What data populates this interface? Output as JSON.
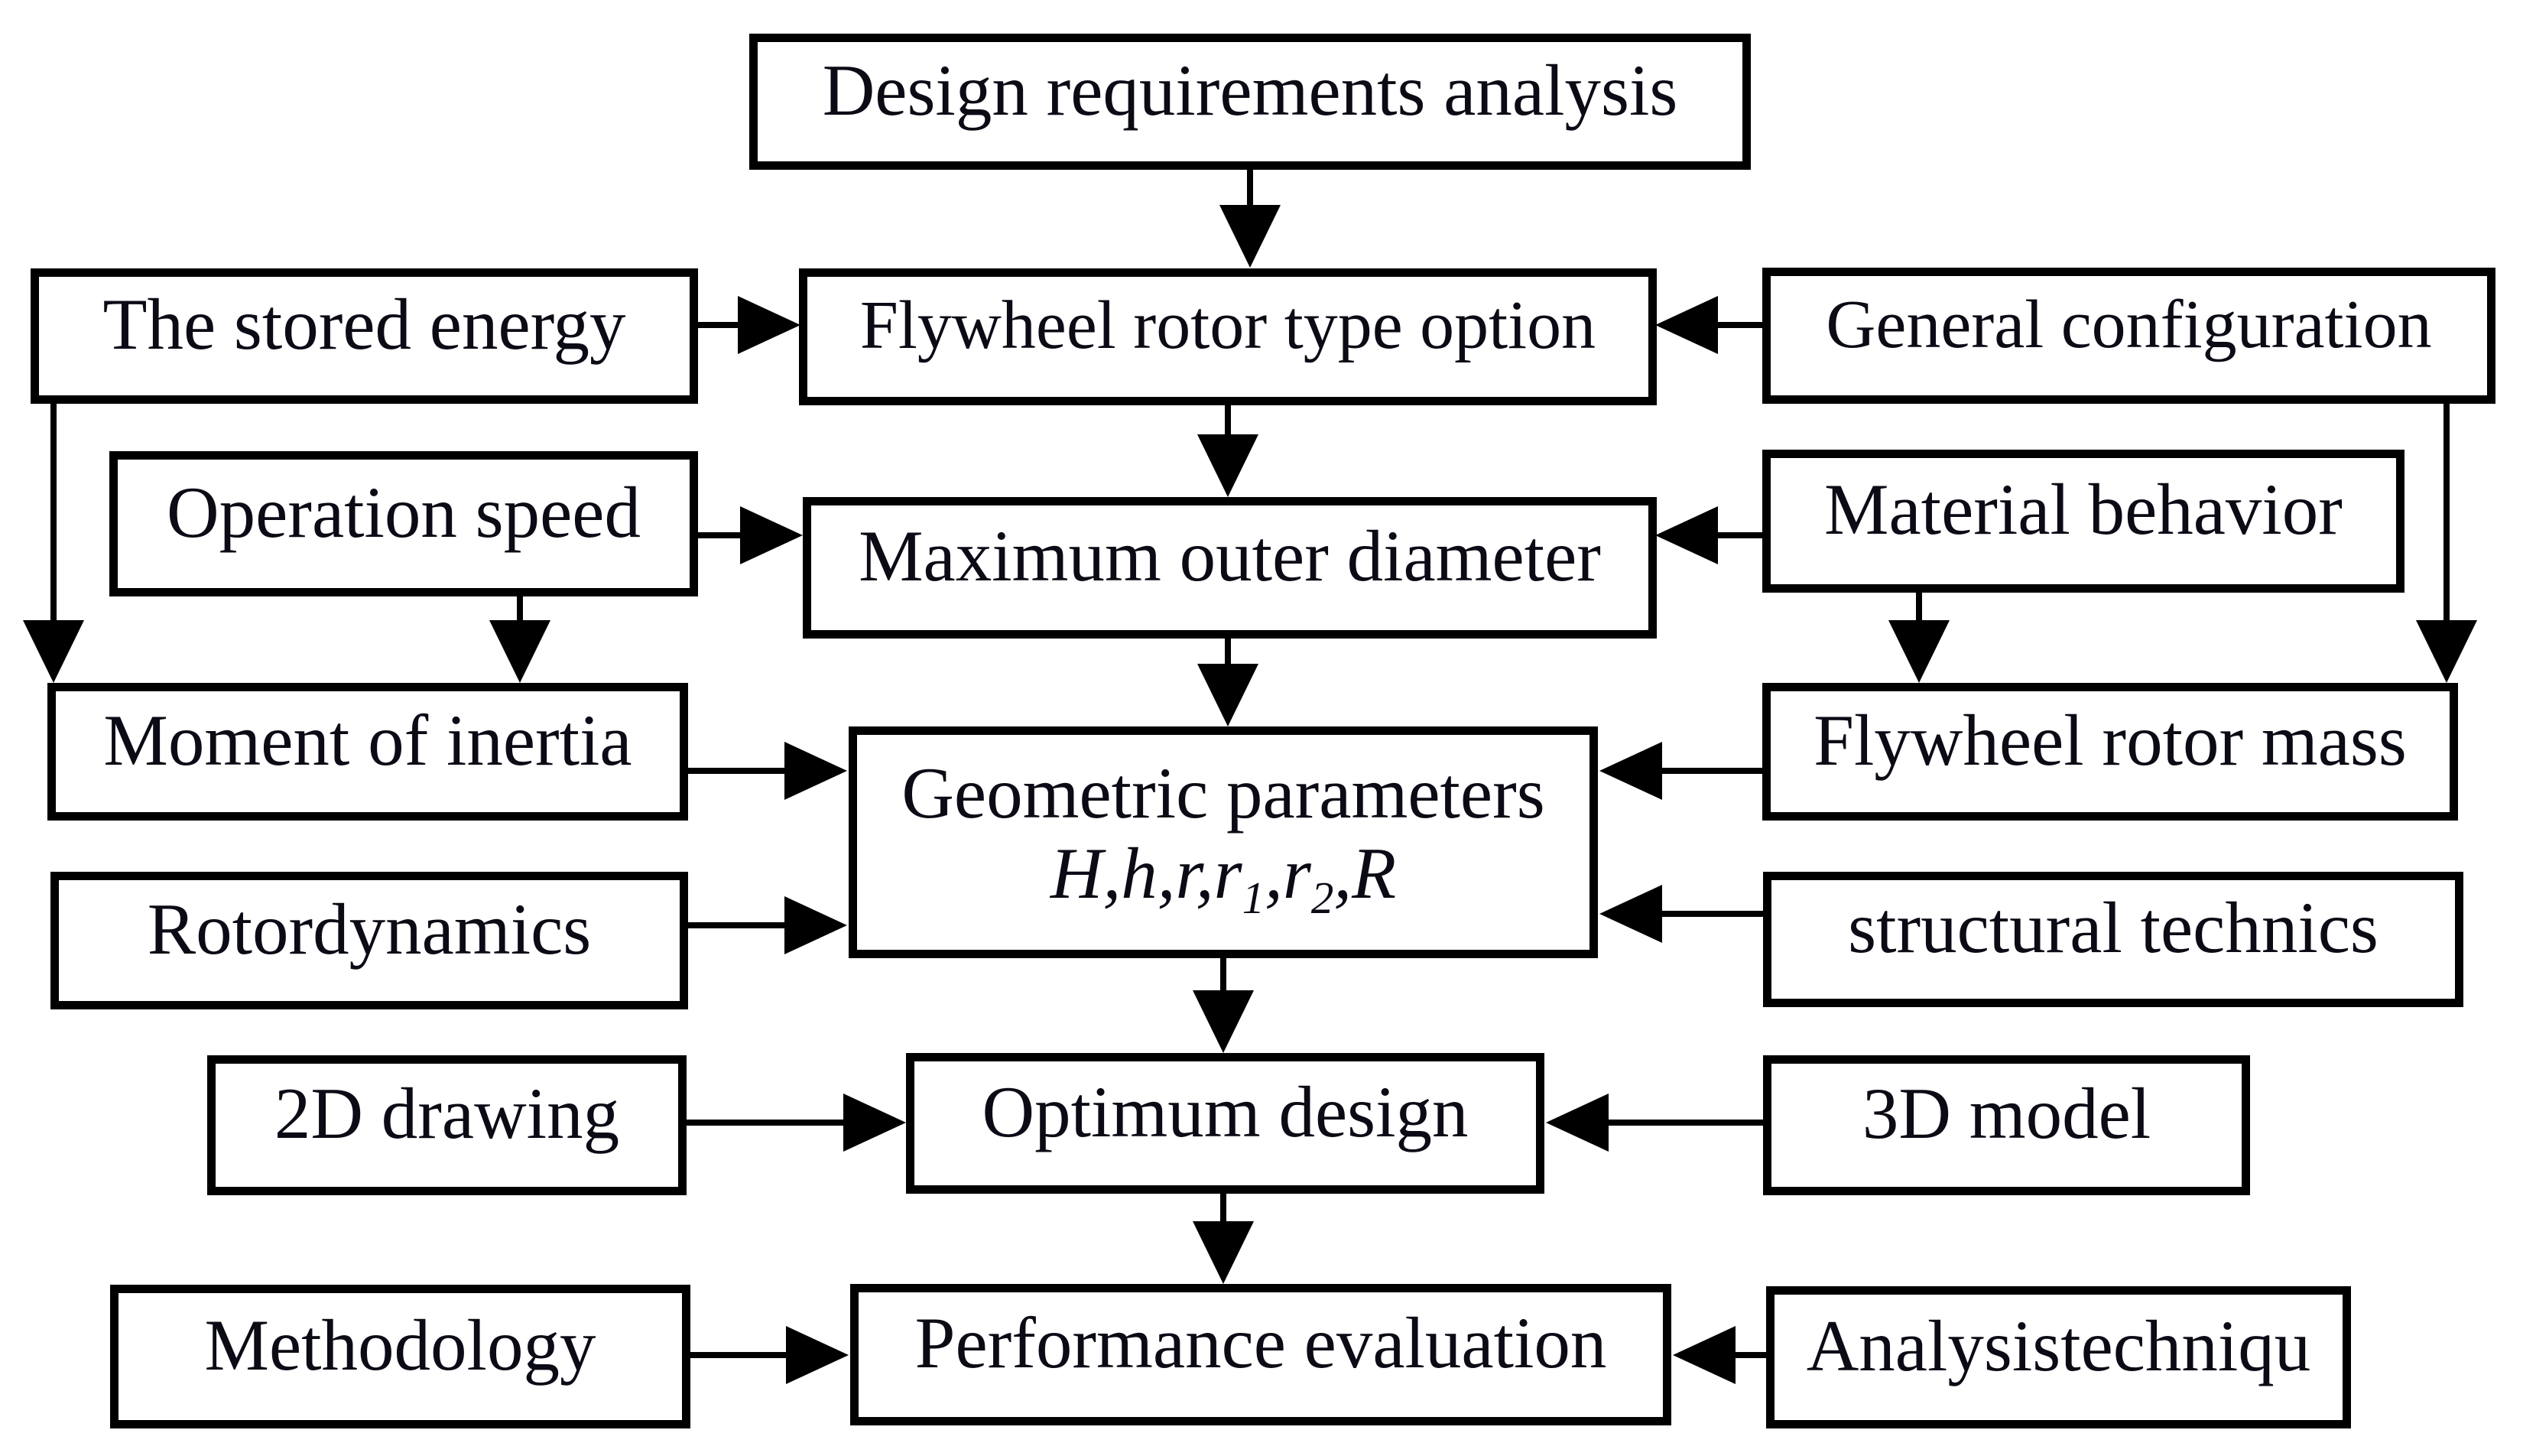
{
  "figure": {
    "background_color": "#ffffff",
    "line_color": "#000000",
    "text_color": "#0b0b16"
  },
  "boxes": {
    "design_requirements": {
      "label": "Design requirements analysis"
    },
    "stored_energy": {
      "label": "The stored energy"
    },
    "rotor_type": {
      "label": "Flywheel rotor type option"
    },
    "general_config": {
      "label": "General configuration"
    },
    "operation_speed": {
      "label": "Operation speed"
    },
    "max_outer_diameter": {
      "label": "Maximum outer diameter"
    },
    "material_behavior": {
      "label": "Material behavior"
    },
    "moment_inertia": {
      "label": "Moment of inertia"
    },
    "geometric_params": {
      "label": "Geometric parameters",
      "formula": {
        "p1": "H,h,r,r",
        "s1": "1",
        "p2": ",r",
        "s2": "2",
        "p3": ",R"
      }
    },
    "flywheel_mass": {
      "label": "Flywheel rotor mass"
    },
    "rotordynamics": {
      "label": "Rotordynamics"
    },
    "structural_technics": {
      "label": "structural technics"
    },
    "drawing_2d": {
      "label": "2D drawing"
    },
    "optimum_design": {
      "label": "Optimum design"
    },
    "model_3d": {
      "label": "3D model"
    },
    "methodology": {
      "label": "Methodology"
    },
    "performance_eval": {
      "label": "Performance evaluation"
    },
    "analysis_technique": {
      "label": "Analysistechniqu"
    }
  },
  "connections": [
    {
      "from": "design_requirements",
      "to": "rotor_type",
      "direction": "down"
    },
    {
      "from": "stored_energy",
      "to": "rotor_type",
      "direction": "right"
    },
    {
      "from": "general_config",
      "to": "rotor_type",
      "direction": "left"
    },
    {
      "from": "rotor_type",
      "to": "max_outer_diameter",
      "direction": "down"
    },
    {
      "from": "operation_speed",
      "to": "max_outer_diameter",
      "direction": "right"
    },
    {
      "from": "material_behavior",
      "to": "max_outer_diameter",
      "direction": "left"
    },
    {
      "from": "stored_energy",
      "to": "moment_inertia",
      "direction": "down"
    },
    {
      "from": "operation_speed",
      "to": "moment_inertia",
      "direction": "down"
    },
    {
      "from": "general_config",
      "to": "flywheel_mass",
      "direction": "down"
    },
    {
      "from": "material_behavior",
      "to": "flywheel_mass",
      "direction": "down"
    },
    {
      "from": "max_outer_diameter",
      "to": "geometric_params",
      "direction": "down"
    },
    {
      "from": "moment_inertia",
      "to": "geometric_params",
      "direction": "right"
    },
    {
      "from": "rotordynamics",
      "to": "geometric_params",
      "direction": "right"
    },
    {
      "from": "flywheel_mass",
      "to": "geometric_params",
      "direction": "left"
    },
    {
      "from": "structural_technics",
      "to": "geometric_params",
      "direction": "left"
    },
    {
      "from": "geometric_params",
      "to": "optimum_design",
      "direction": "down"
    },
    {
      "from": "drawing_2d",
      "to": "optimum_design",
      "direction": "right"
    },
    {
      "from": "model_3d",
      "to": "optimum_design",
      "direction": "left"
    },
    {
      "from": "optimum_design",
      "to": "performance_eval",
      "direction": "down"
    },
    {
      "from": "methodology",
      "to": "performance_eval",
      "direction": "right"
    },
    {
      "from": "analysis_technique",
      "to": "performance_eval",
      "direction": "left"
    }
  ]
}
